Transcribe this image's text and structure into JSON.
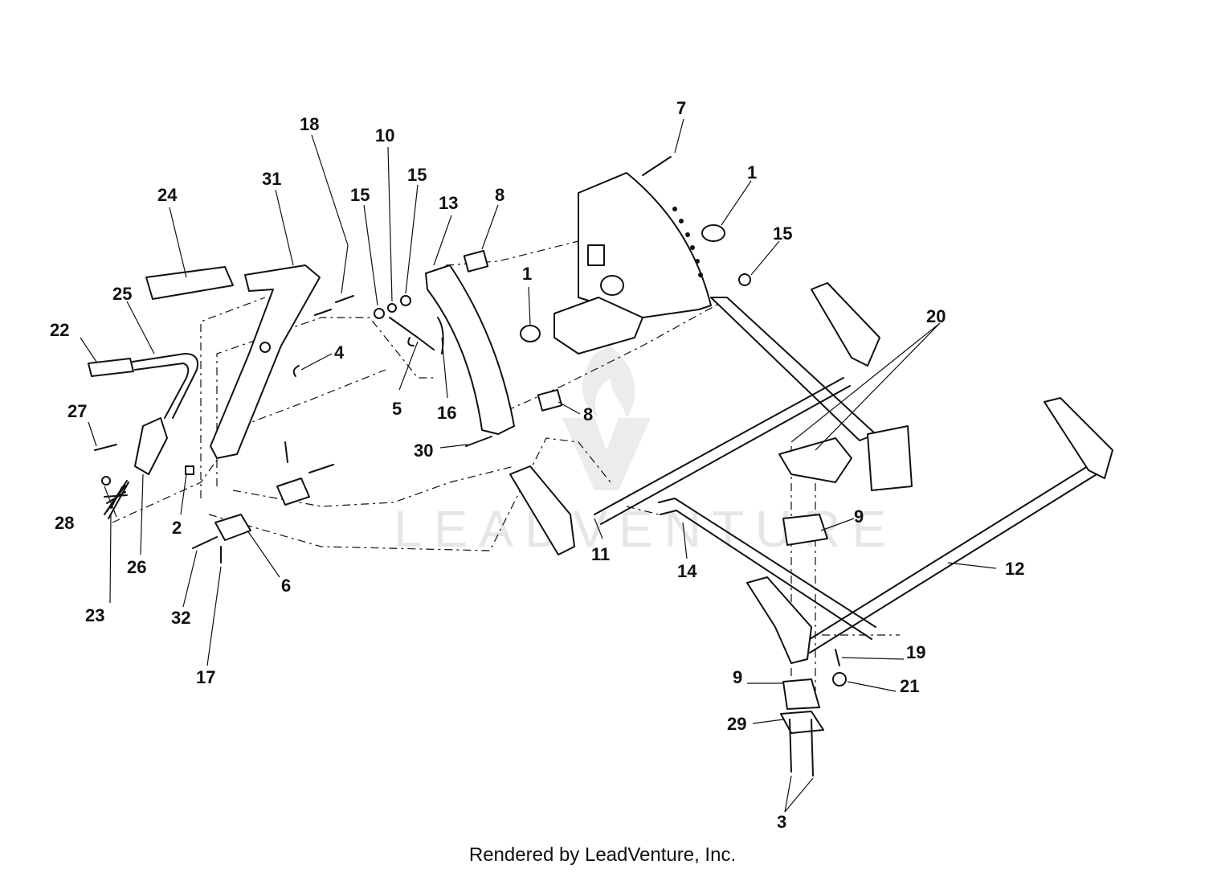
{
  "watermark": {
    "text": "LEADVENTURE",
    "color": "#e6e6e6"
  },
  "footer": {
    "text": "Rendered by LeadVenture, Inc."
  },
  "callouts": {
    "c1a": "1",
    "c1b": "1",
    "c2": "2",
    "c3": "3",
    "c4": "4",
    "c5": "5",
    "c6": "6",
    "c7": "7",
    "c8a": "8",
    "c8b": "8",
    "c9a": "9",
    "c9b": "9",
    "c10": "10",
    "c11": "11",
    "c12": "12",
    "c13": "13",
    "c14": "14",
    "c15a": "15",
    "c15b": "15",
    "c15c": "15",
    "c16": "16",
    "c17": "17",
    "c18": "18",
    "c19": "19",
    "c20": "20",
    "c21": "21",
    "c22": "22",
    "c23": "23",
    "c24": "24",
    "c25": "25",
    "c26": "26",
    "c27": "27",
    "c28": "28",
    "c29": "29",
    "c30": "30",
    "c31": "31",
    "c32": "32"
  }
}
